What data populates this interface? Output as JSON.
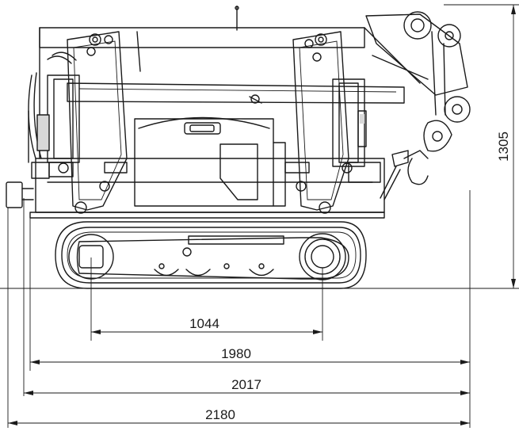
{
  "drawing": {
    "subject": "crawler-crane-side-view",
    "dimensions": {
      "height": "1305",
      "track_center_distance": "1044",
      "track_length": "1980",
      "width_without_outrigger": "2017",
      "overall_length": "2180"
    }
  }
}
